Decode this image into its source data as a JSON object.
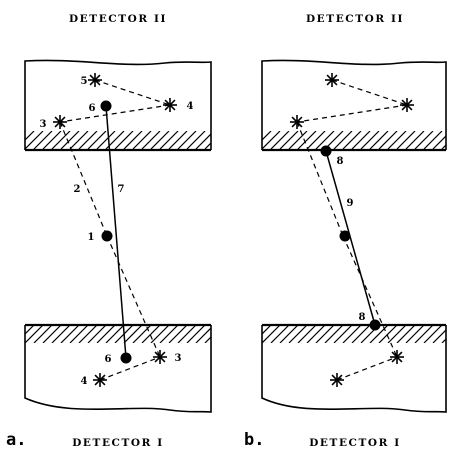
{
  "panel_a": {
    "letter": "a.",
    "top_detector": "DETECTOR II",
    "bottom_detector": "DETECTOR I",
    "labels": {
      "l5": "5",
      "l4_top": "4",
      "l3_top": "3",
      "l6_top": "6",
      "l2": "2",
      "l7": "7",
      "l1": "1",
      "l6_bottom": "6",
      "l3_bottom": "3",
      "l4_bottom": "4"
    }
  },
  "panel_b": {
    "letter": "b.",
    "top_detector": "DETECTOR II",
    "bottom_detector": "DETECTOR I",
    "labels": {
      "l8_top": "8",
      "l9": "9",
      "l8_bottom": "8"
    }
  }
}
